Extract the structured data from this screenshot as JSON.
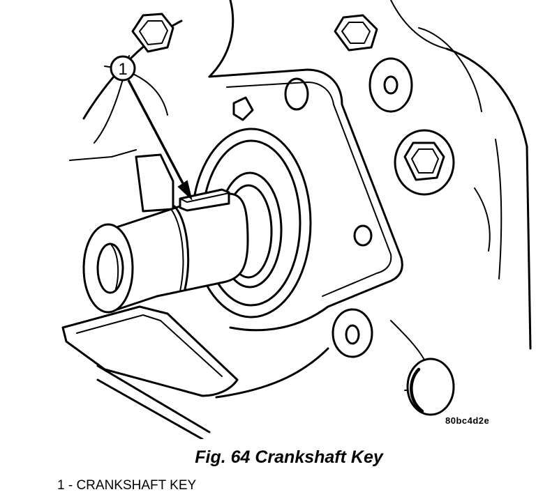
{
  "callouts": [
    {
      "number": "1"
    }
  ],
  "image_code": "80bc4d2e",
  "caption": "Fig. 64 Crankshaft Key",
  "legend": [
    {
      "text": "1 - CRANKSHAFT KEY"
    }
  ]
}
